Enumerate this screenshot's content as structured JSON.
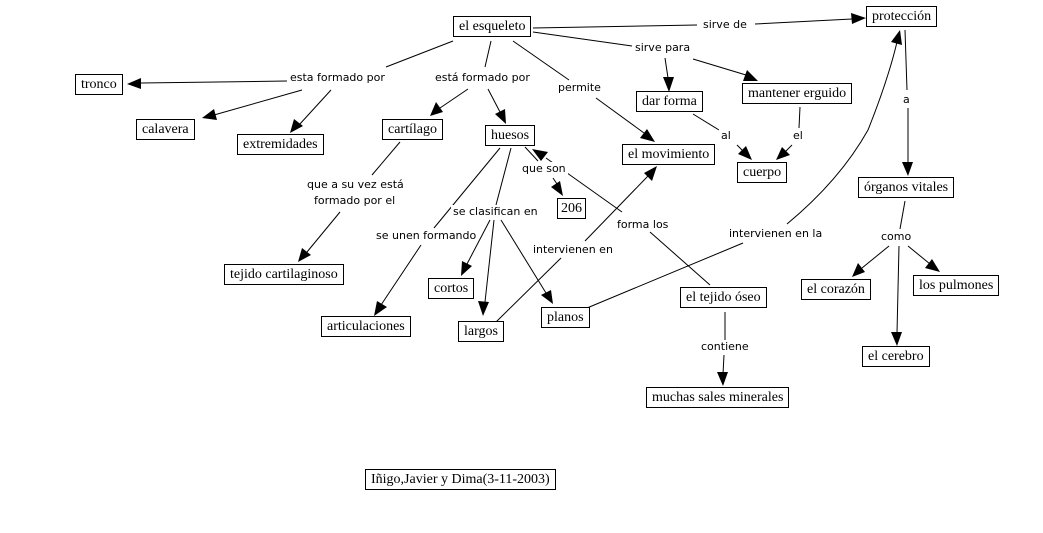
{
  "map": {
    "author_note": "Iñigo,Javier y Dima(3-11-2003)",
    "concepts": {
      "esqueleto": "el esqueleto",
      "proteccion": "protección",
      "tronco": "tronco",
      "calavera": "calavera",
      "extremidades": "extremidades",
      "cartilago": "cartílago",
      "huesos": "huesos",
      "dar_forma": "dar forma",
      "mantener_erguido": "mantener erguido",
      "movimiento": "el movimiento",
      "cuerpo": "cuerpo",
      "organos_vitales": "órganos vitales",
      "n206": "206",
      "tejido_cartilaginoso": "tejido cartilaginoso",
      "cortos": "cortos",
      "articulaciones": "articulaciones",
      "largos": "largos",
      "planos": "planos",
      "tejido_oseo": "el tejido óseo",
      "corazon": "el corazón",
      "pulmones": "los pulmones",
      "cerebro": "el cerebro",
      "sales": "muchas sales minerales"
    },
    "links": {
      "sirve_de": "sirve de",
      "sirve_para": "sirve para",
      "esta_formado_por_1": "esta formado por",
      "esta_formado_por_2": "está formado por",
      "permite": "permite",
      "a": "a",
      "al": "al",
      "el": "el",
      "que_son": "que son",
      "que_a_su_vez_1": "que a su vez está",
      "que_a_su_vez_2": "formado por el",
      "se_clasifican_en": "se clasifican en",
      "se_unen_formando": "se unen formando",
      "forma_los": "forma los",
      "intervienen_en": "intervienen en",
      "intervienen_en_la": "intervienen en la",
      "como": "como",
      "contiene": "contiene"
    },
    "edges": [
      [
        "el esqueleto",
        "sirve de",
        "protección"
      ],
      [
        "el esqueleto",
        "sirve para",
        "dar forma"
      ],
      [
        "el esqueleto",
        "sirve para",
        "mantener erguido"
      ],
      [
        "el esqueleto",
        "esta formado por",
        "tronco"
      ],
      [
        "el esqueleto",
        "esta formado por",
        "calavera"
      ],
      [
        "el esqueleto",
        "esta formado por",
        "extremidades"
      ],
      [
        "el esqueleto",
        "está formado por",
        "cartílago"
      ],
      [
        "el esqueleto",
        "está formado por",
        "huesos"
      ],
      [
        "el esqueleto",
        "permite",
        "el movimiento"
      ],
      [
        "dar forma",
        "al",
        "cuerpo"
      ],
      [
        "mantener erguido",
        "el",
        "cuerpo"
      ],
      [
        "protección",
        "a",
        "órganos vitales"
      ],
      [
        "huesos",
        "que son",
        "206"
      ],
      [
        "cartílago",
        "que a su vez está formado por el",
        "tejido cartilaginoso"
      ],
      [
        "huesos",
        "se unen formando",
        "articulaciones"
      ],
      [
        "huesos",
        "se clasifican en",
        "cortos"
      ],
      [
        "huesos",
        "se clasifican en",
        "largos"
      ],
      [
        "huesos",
        "se clasifican en",
        "planos"
      ],
      [
        "el tejido óseo",
        "forma los",
        "huesos"
      ],
      [
        "largos",
        "intervienen en",
        "el movimiento"
      ],
      [
        "planos",
        "intervienen en la",
        "protección"
      ],
      [
        "órganos vitales",
        "como",
        "el corazón"
      ],
      [
        "órganos vitales",
        "como",
        "el cerebro"
      ],
      [
        "órganos vitales",
        "como",
        "los pulmones"
      ],
      [
        "el tejido óseo",
        "contiene",
        "muchas sales minerales"
      ]
    ]
  }
}
